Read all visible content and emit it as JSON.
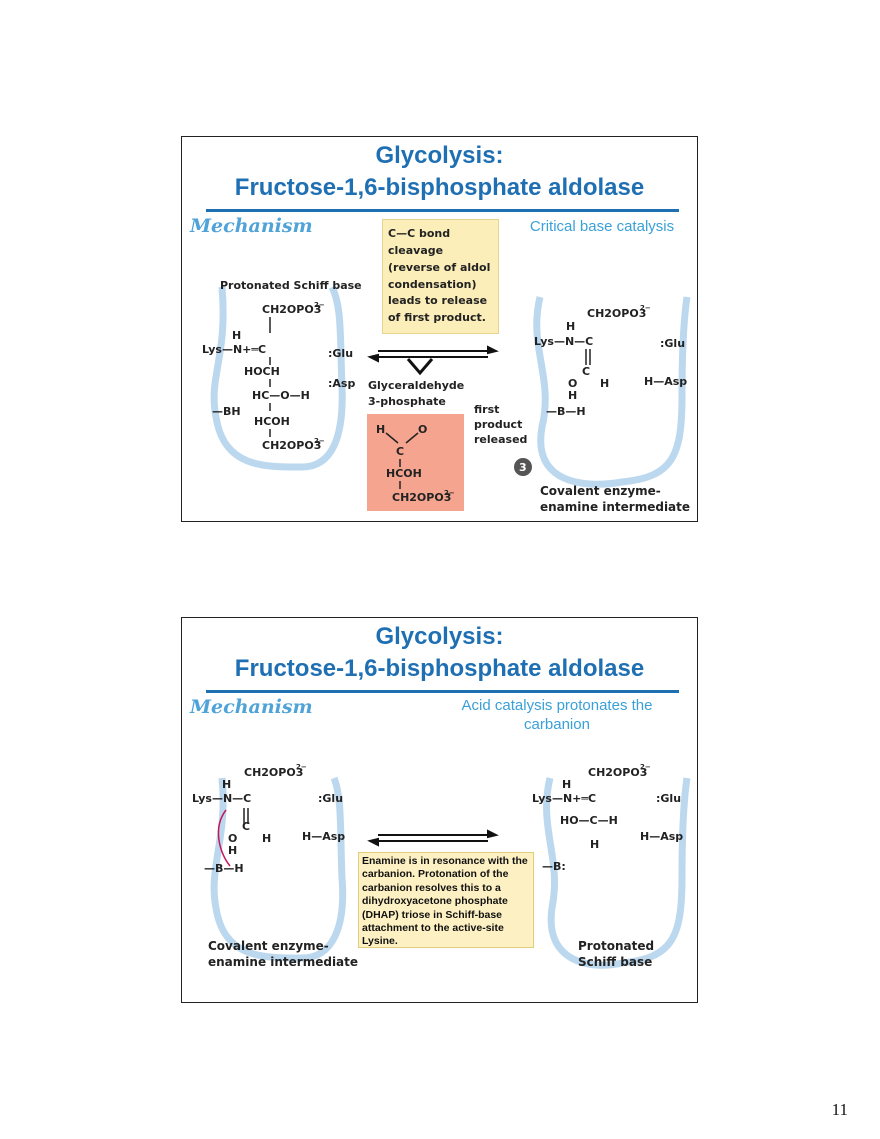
{
  "slides": [
    {
      "title_line1": "Glycolysis:",
      "title_line2": "Fructose-1,6-bisphosphate aldolase",
      "section": "Mechanism",
      "note": "Critical base catalysis",
      "callout_lines": [
        "C—C bond",
        "cleavage",
        "(reverse of aldol",
        "condensation)",
        "leads to release",
        "of first product."
      ],
      "left_label": "Protonated Schiff base",
      "product_name_lines": [
        "Glyceraldehyde",
        "3-phosphate"
      ],
      "released_lines": [
        "first",
        "product",
        "released"
      ],
      "step": "3",
      "right_label_lines": [
        "Covalent enzyme-",
        "enamine intermediate"
      ]
    },
    {
      "title_line1": "Glycolysis:",
      "title_line2": "Fructose-1,6-bisphosphate aldolase",
      "section": "Mechanism",
      "note": "Acid catalysis protonates the carbanion",
      "explanation": "Enamine is in resonance with the carbanion. Protonation of the carbanion resolves this to a dihydroxyacetone phosphate (DHAP) triose in Schiff-base attachment to the active-site Lysine.",
      "left_label_lines": [
        "Covalent enzyme-",
        "enamine intermediate"
      ],
      "right_label_lines": [
        "Protonated",
        "Schiff base"
      ]
    }
  ],
  "chem": {
    "ch2opo3": "CH2OPO3",
    "charge": "2−",
    "lys_n_plus": "Lys—N+═C",
    "lys_n": "Lys—N—C",
    "h": "H",
    "hoch": "HOCH",
    "hc_o_h": "HC—O—H",
    "hcoh": "HCOH",
    "bh": "—BH",
    "b_h": "—B—H",
    "b_colon": "—B:",
    "glu": ":Glu",
    "asp": ":Asp",
    "h_asp": "H—Asp",
    "c": "C",
    "o": "O",
    "ho_c_h": "HO—C—H"
  },
  "page_number": "11"
}
